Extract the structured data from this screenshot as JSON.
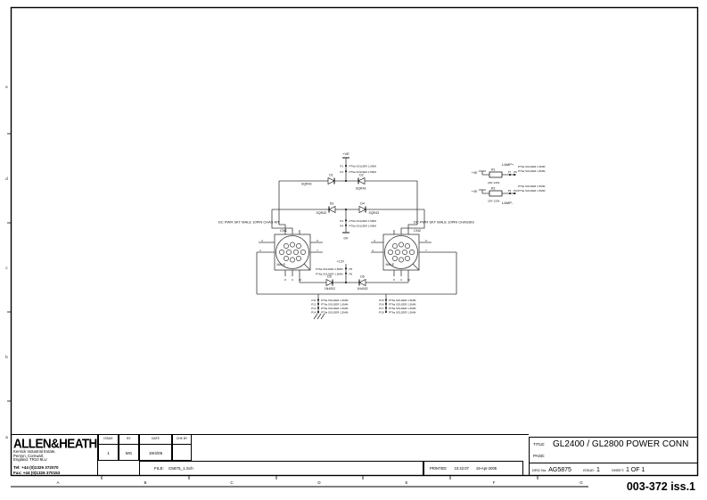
{
  "sheet": {
    "cols": [
      "A",
      "B",
      "C",
      "D",
      "E",
      "F",
      "G"
    ],
    "rows": [
      "e",
      "d",
      "c",
      "b",
      "a"
    ],
    "doc_number": "003-372 iss.1"
  },
  "title_block": {
    "company": "ALLEN&HEATH",
    "address1": "Kernick Industrial Estate,",
    "address2": "Penryn, Cornwall,",
    "address3": "England. TR10 9LU",
    "tel": "Tel:  +44 (0)1326 372070",
    "fax": "Fax: +44 (0)1326 370153",
    "issue_label": "ISSUE",
    "issue_value": "1",
    "by_label": "BY",
    "by_value": "MG",
    "date_label": "DATE",
    "date_value": "19/4/05",
    "chk_label": "CHK BY",
    "file_label": "FILE:",
    "file_value": "C5875_1.Sch",
    "printed_label": "PRINTED:",
    "printed_time": "10:42:07",
    "printed_date": "19-Apr-2005",
    "title_label": "TITLE:",
    "title_value": "GL2400 / GL2800 POWER CONN",
    "page_label": "PAGE:",
    "drg_label": "DRG No:",
    "drg_value": "AG5875",
    "issue2_label": "ISSUE:",
    "issue2_value": "1",
    "sheet_label": "SHEET:",
    "sheet_value": "1 OF 1"
  },
  "schematic": {
    "rails": {
      "pos": "+VE",
      "zero": "0V",
      "twelve": "+12V",
      "lamp_pos": "LAMP+",
      "lamp_neg": "LAMP-"
    },
    "solder": "PT6a SOLDER 1,5MM",
    "connectors": [
      {
        "ref": "CN1",
        "desc": "DC PWR SKT MALE 10PIN CHAS MT",
        "gender": "MALE"
      },
      {
        "ref": "CN2",
        "desc": "DC PWR SKT MALE 10PIN CHASSIS",
        "gender": "MALE"
      }
    ],
    "pin_numbers": {
      "lt": "4",
      "lb": "3",
      "rt": "6",
      "rb": "7",
      "b1": "8",
      "b2": "9",
      "b3": "10"
    },
    "diodes": [
      {
        "ref": "D1",
        "part": "SQR43"
      },
      {
        "ref": "D2",
        "part": "SQR43"
      },
      {
        "ref": "D3",
        "part": "SQR43"
      },
      {
        "ref": "D4",
        "part": "SQR43"
      },
      {
        "ref": "D5",
        "part": "1N4002"
      },
      {
        "ref": "D6",
        "part": "1N4002"
      }
    ],
    "resistors": [
      {
        "ref": "R1",
        "value": "22R 1/2W"
      },
      {
        "ref": "R2",
        "value": "22R 1/2W"
      }
    ],
    "pins": {
      "p1": "P1",
      "p2": "P2",
      "p3": "P3",
      "p4": "P4",
      "p5": "P5",
      "p6": "P6",
      "p7": "P7",
      "p8": "P8",
      "p9": "P9",
      "p10": "P10",
      "p11": "P11",
      "p12": "P12",
      "p13": "P13",
      "p14": "P14",
      "p15": "P15",
      "p16": "P16",
      "p17": "P17",
      "p18": "P18"
    }
  }
}
